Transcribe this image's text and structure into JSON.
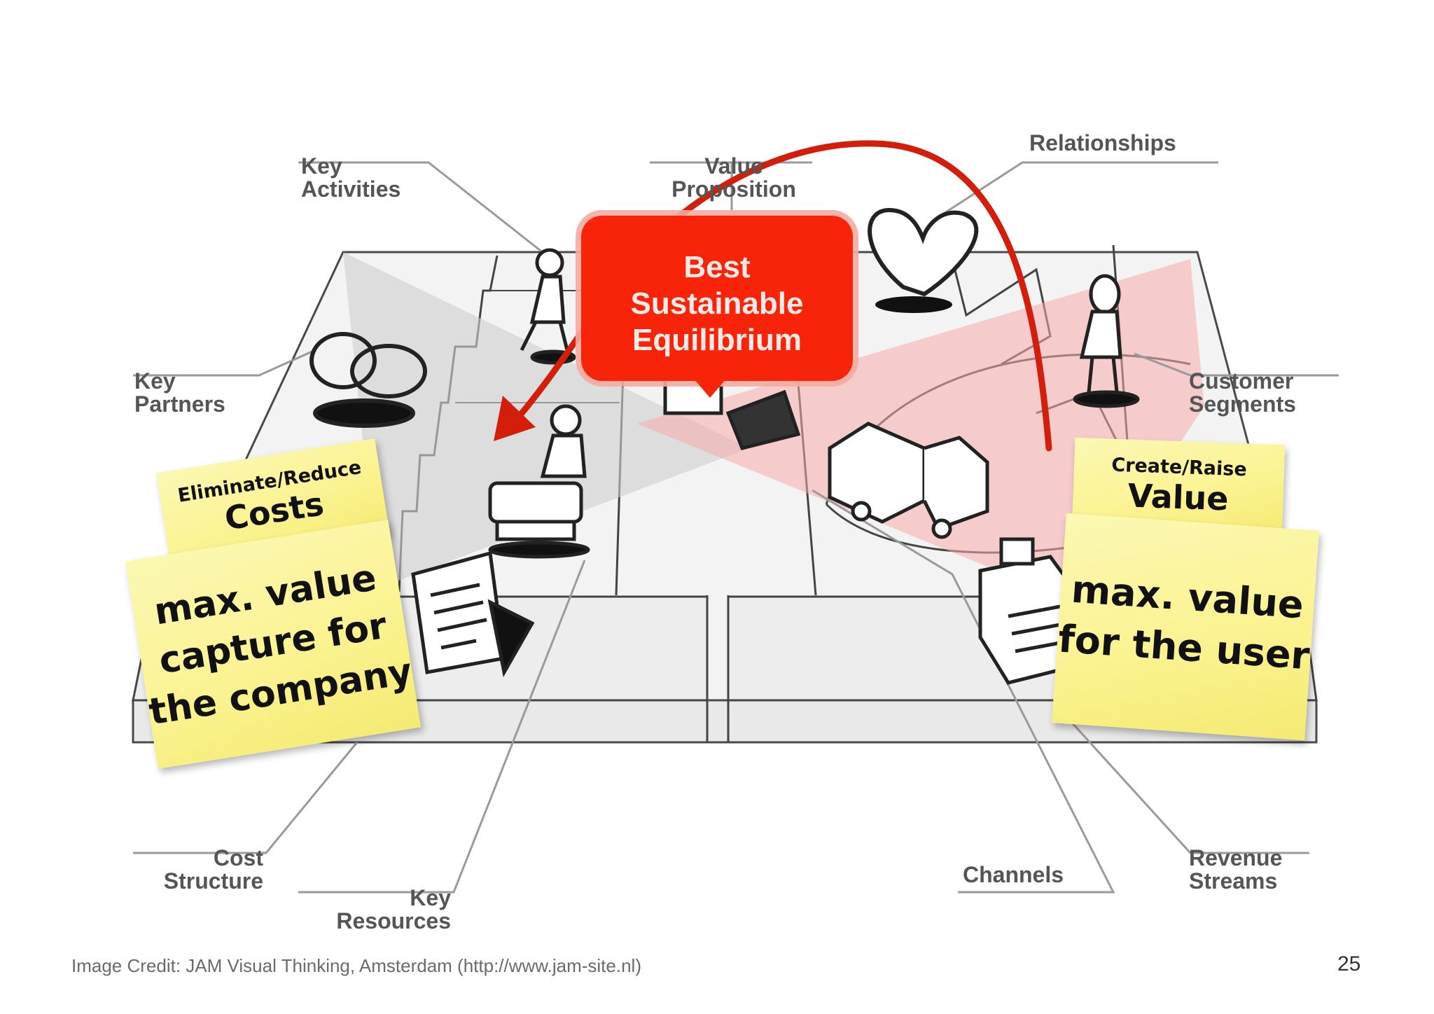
{
  "labels": {
    "key_activities": [
      "Key",
      "Activities"
    ],
    "value_proposition": [
      "Value",
      "Proposition"
    ],
    "relationships": "Relationships",
    "key_partners": [
      "Key",
      "Partners"
    ],
    "customer_segments": [
      "Customer",
      "Segments"
    ],
    "cost_structure": [
      "Cost",
      "Structure"
    ],
    "key_resources": [
      "Key",
      "Resources"
    ],
    "channels": "Channels",
    "revenue_streams": [
      "Revenue",
      "Streams"
    ]
  },
  "callout": {
    "lines": [
      "Best",
      "Sustainable",
      "Equilibrium"
    ],
    "color": "#f7240a"
  },
  "sticky_notes": {
    "left_top": {
      "line1": "Eliminate/Reduce",
      "line2": "Costs"
    },
    "left_bottom": {
      "lines": [
        "max. value",
        "capture for",
        "the company"
      ]
    },
    "right_top": {
      "line1": "Create/Raise",
      "line2": "Value"
    },
    "right_bottom": {
      "lines": [
        "max. value",
        "for the user"
      ]
    },
    "color": "#fbf49a"
  },
  "credit": "Image Credit: JAM Visual Thinking, Amsterdam (http://www.jam-site.nl)",
  "page_number": "25",
  "colors": {
    "label_text": "#555555",
    "left_highlight": "#d4d4d4",
    "right_highlight": "#f7bcbc",
    "arrow": "#d21e0b"
  }
}
